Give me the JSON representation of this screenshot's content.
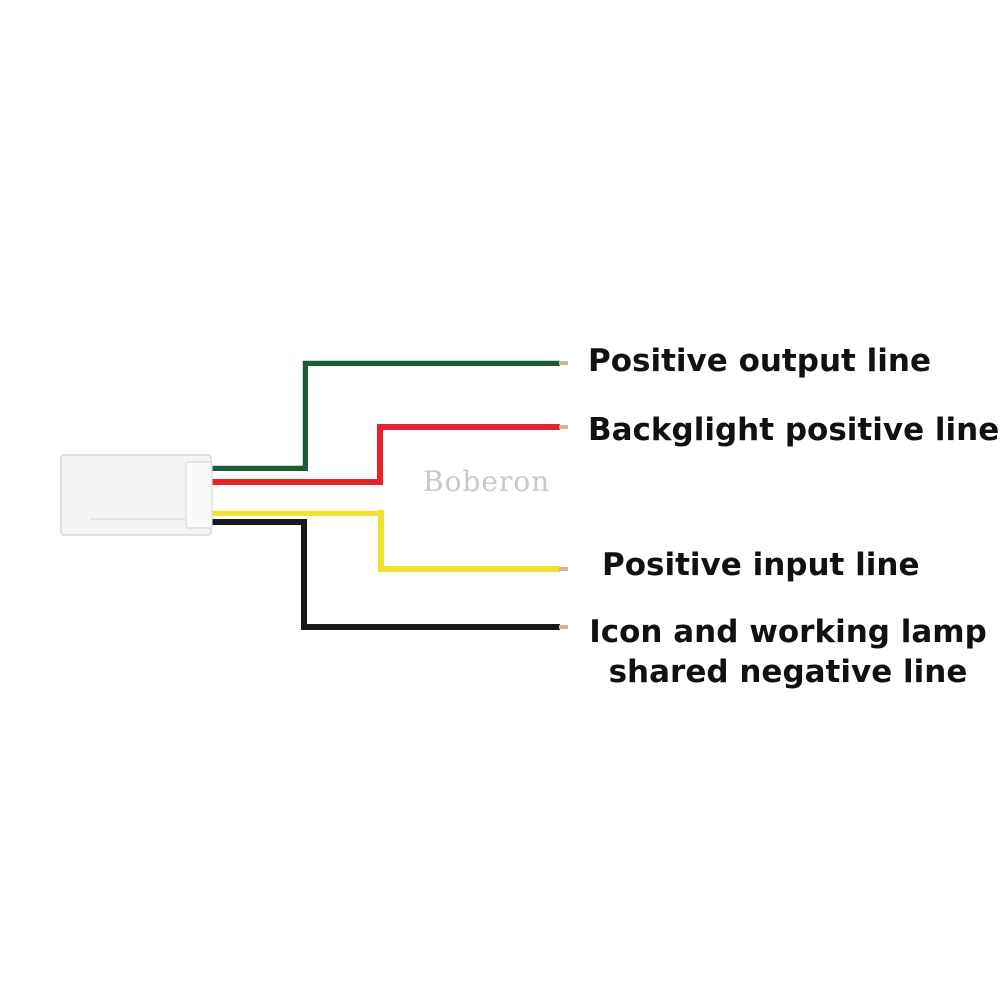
{
  "watermark": "Boberon",
  "colors": {
    "background": "#ffffff",
    "connector_body": "#f4f4f4",
    "connector_edge": "#d8d8d8",
    "wire_tip": "#d9b48a",
    "label_text": "#111111"
  },
  "wires": [
    {
      "id": "green",
      "color_name": "green",
      "color": "#1f5b3a",
      "label_lines": [
        "Positive output line"
      ]
    },
    {
      "id": "red",
      "color_name": "red",
      "color": "#e8212a",
      "label_lines": [
        "Backglight positive line"
      ]
    },
    {
      "id": "yellow",
      "color_name": "yellow",
      "color": "#eee12f",
      "label_lines": [
        "Positive input line"
      ]
    },
    {
      "id": "black",
      "color_name": "black",
      "color": "#1a1a1a",
      "label_lines": [
        "Icon and working lamp",
        "shared negative line"
      ]
    }
  ]
}
